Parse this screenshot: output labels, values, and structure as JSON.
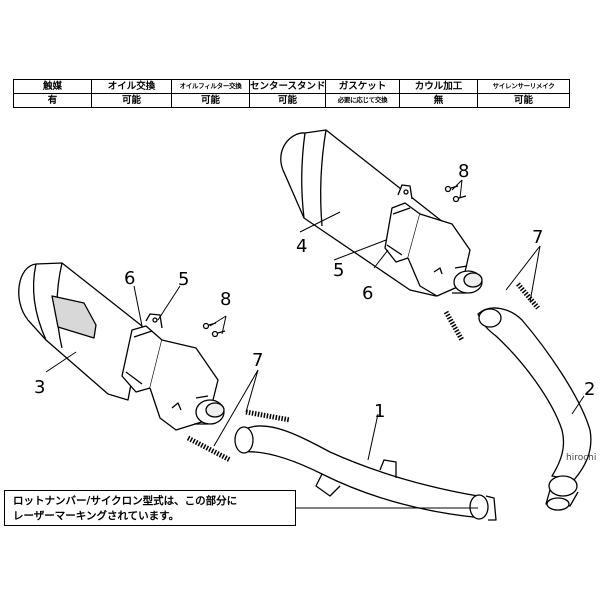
{
  "spec_table": {
    "headers": [
      "触媒",
      "オイル交換",
      "オイルフィルター交換",
      "センタースタンド",
      "ガスケット",
      "カウル加工",
      "サイレンサーリメイク"
    ],
    "values": [
      "有",
      "可能",
      "可能",
      "可能",
      "必要に応じて交換",
      "無",
      "可能"
    ]
  },
  "callouts": [
    "1",
    "2",
    "3",
    "4",
    "5",
    "5",
    "6",
    "6",
    "7",
    "7",
    "8",
    "8"
  ],
  "note": {
    "line1": "ロットナンバー/サイクロン型式は、この部分に",
    "line2": "レーザーマーキングされています。"
  },
  "watermark": "hirochi"
}
